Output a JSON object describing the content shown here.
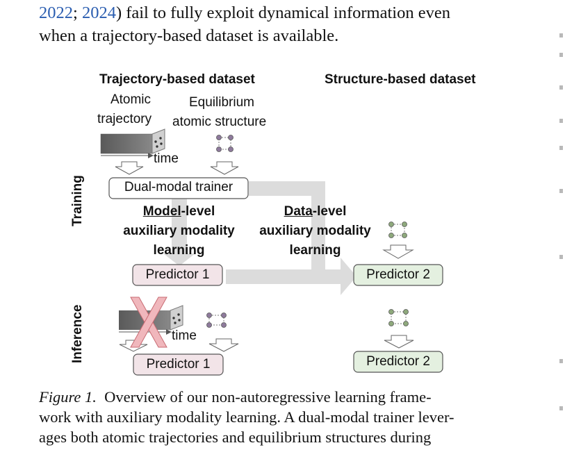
{
  "body_text": {
    "line1_cite_a": "2022",
    "line1_sep": "; ",
    "line1_cite_b": "2024",
    "line1_rest": ") fail to fully exploit dynamical information even",
    "line2": "when a trajectory-based dataset is available."
  },
  "figure": {
    "heading_left": "Trajectory-based dataset",
    "heading_right": "Structure-based dataset",
    "label_atomic_1": "Atomic",
    "label_atomic_2": "trajectory",
    "label_equil_1": "Equilibrium",
    "label_equil_2": "atomic structure",
    "time_label": "time",
    "trainer_label": "Dual-modal trainer",
    "training_label": "Training",
    "inference_label": "Inference",
    "model_level_bold": "Model",
    "model_level_rest": "-level",
    "aux_modality": "auxiliary modality",
    "learning": "learning",
    "data_level_bold": "Data",
    "data_level_rest": "-level",
    "predictor_1": "Predictor 1",
    "predictor_2": "Predictor 2",
    "colors": {
      "arrow_gray": "#d9d9d9",
      "box_pink": "#f2e4e8",
      "box_green": "#e4f0e0",
      "cross_red": "#e8888f",
      "node_purple": "#8e7a9c",
      "node_green": "#8ea97c"
    }
  },
  "caption": {
    "label": "Figure 1.",
    "line1_rest": "Overview of our non-autoregressive learning frame-",
    "line2": "work with auxiliary modality learning. A dual-modal trainer lever-",
    "line3": "ages both atomic trajectories and equilibrium structures during"
  }
}
